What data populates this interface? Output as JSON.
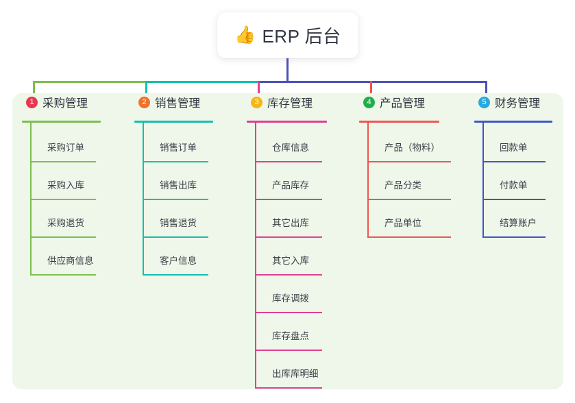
{
  "root": {
    "icon": "thumbs-up-emoji",
    "emoji": "👍",
    "title": "ERP 后台"
  },
  "theme": {
    "panel_bg": "#eef7e9",
    "page_bg": "#ffffff",
    "root_line": "#4a52b8",
    "text": "#2f3542",
    "item_text": "#3b4049"
  },
  "columns": [
    {
      "number": "1",
      "title": "采购管理",
      "badge_color": "#e8374f",
      "line_color": "#7cbf4d",
      "items": [
        {
          "label": "采购订单"
        },
        {
          "label": "采购入库"
        },
        {
          "label": "采购退货"
        },
        {
          "label": "供应商信息"
        }
      ]
    },
    {
      "number": "2",
      "title": "销售管理",
      "badge_color": "#f2712c",
      "line_color": "#12bfb0",
      "items": [
        {
          "label": "销售订单"
        },
        {
          "label": "销售出库"
        },
        {
          "label": "销售退货"
        },
        {
          "label": "客户信息"
        }
      ]
    },
    {
      "number": "3",
      "title": "库存管理",
      "badge_color": "#f5b618",
      "line_color": "#e13f91",
      "items": [
        {
          "label": "仓库信息"
        },
        {
          "label": "产品库存"
        },
        {
          "label": "其它出库"
        },
        {
          "label": "其它入库"
        },
        {
          "label": "库存调拨"
        },
        {
          "label": "库存盘点"
        },
        {
          "label": "出库库明细"
        }
      ]
    },
    {
      "number": "4",
      "title": "产品管理",
      "badge_color": "#21ad4b",
      "line_color": "#f2544f",
      "items": [
        {
          "label": "产品（物料）"
        },
        {
          "label": "产品分类"
        },
        {
          "label": "产品单位"
        }
      ]
    },
    {
      "number": "5",
      "title": "财务管理",
      "badge_color": "#2aa8e0",
      "line_color": "#3e57c4",
      "items": [
        {
          "label": "回款单"
        },
        {
          "label": "付款单"
        },
        {
          "label": "结算账户"
        }
      ]
    }
  ]
}
